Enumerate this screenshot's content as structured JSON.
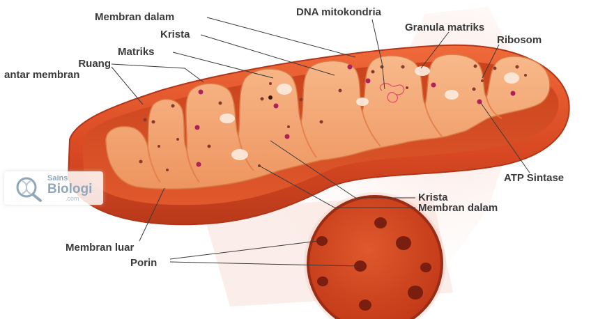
{
  "labels": {
    "membran_dalam_top": "Membran dalam",
    "krista_top": "Krista",
    "matriks": "Matriks",
    "ruang_line1": "Ruang",
    "ruang_line2": "antar membran",
    "dna": "DNA mitokondria",
    "granula": "Granula matriks",
    "ribosom": "Ribosom",
    "atp": "ATP Sintase",
    "krista_bottom": "Krista",
    "membran_dalam_bottom": "Membran dalam",
    "membran_luar": "Membran luar",
    "porin": "Porin"
  },
  "logo": {
    "line1": "Sains",
    "line2": "Biologi",
    "line3": ".com",
    "icon": "dna-magnifier-icon"
  },
  "colors": {
    "outer_membrane": "#d94a25",
    "inner_fold": "#f3a16a",
    "label_text": "#3a3a3a"
  }
}
